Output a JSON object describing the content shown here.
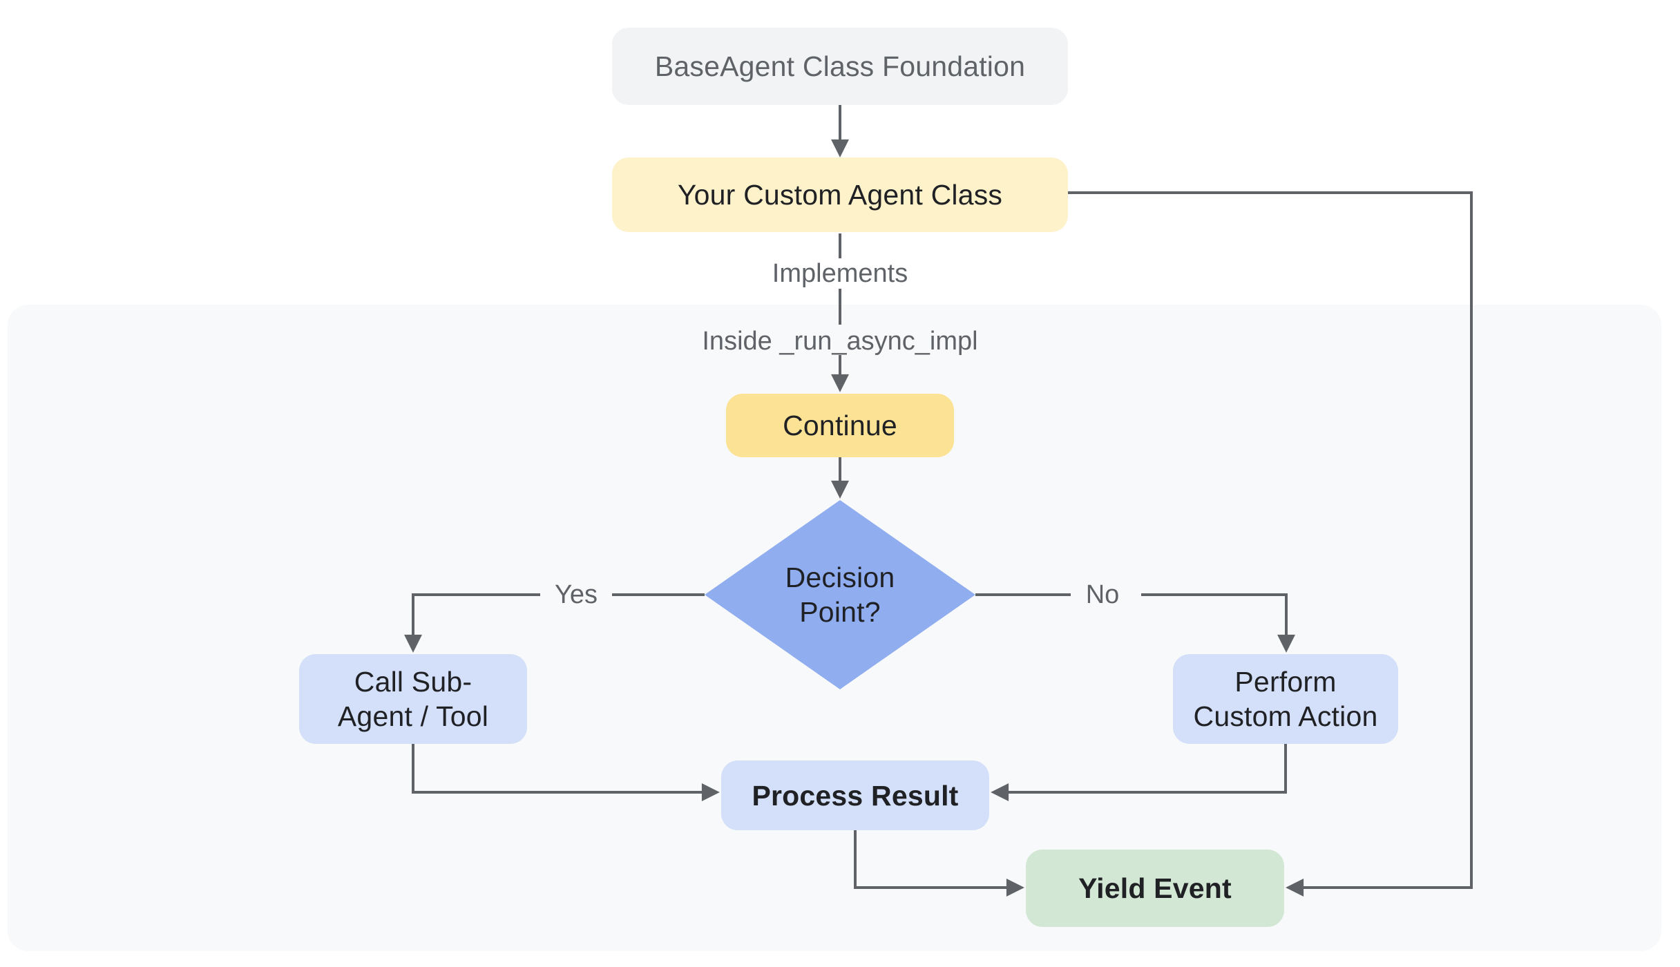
{
  "diagram": {
    "type": "flowchart",
    "nodes": {
      "base": {
        "label": "BaseAgent Class Foundation"
      },
      "custom": {
        "label": "Your Custom Agent Class"
      },
      "continue": {
        "label": "Continue"
      },
      "decision": {
        "line1": "Decision",
        "line2": "Point?"
      },
      "call": {
        "line1": "Call Sub-",
        "line2": "Agent / Tool"
      },
      "perform": {
        "line1": "Perform",
        "line2": "Custom Action"
      },
      "process": {
        "label": "Process Result"
      },
      "yield": {
        "label": "Yield Event"
      }
    },
    "edge_labels": {
      "implements": "Implements",
      "inside": "Inside _run_async_impl",
      "yes": "Yes",
      "no": "No"
    }
  },
  "colors": {
    "background": "#ffffff",
    "container": "#f8f9fa",
    "gray_node_bg": "#f1f3f4",
    "yellow_light_bg": "#fdf2ca",
    "yellow_bg": "#fbe295",
    "diamond_bg": "#90adf0",
    "blue_bg": "#d4e0f9",
    "green_bg": "#d2e7d4",
    "line": "#5f6368",
    "text_dark": "#202124",
    "text_gray": "#5f6368"
  }
}
